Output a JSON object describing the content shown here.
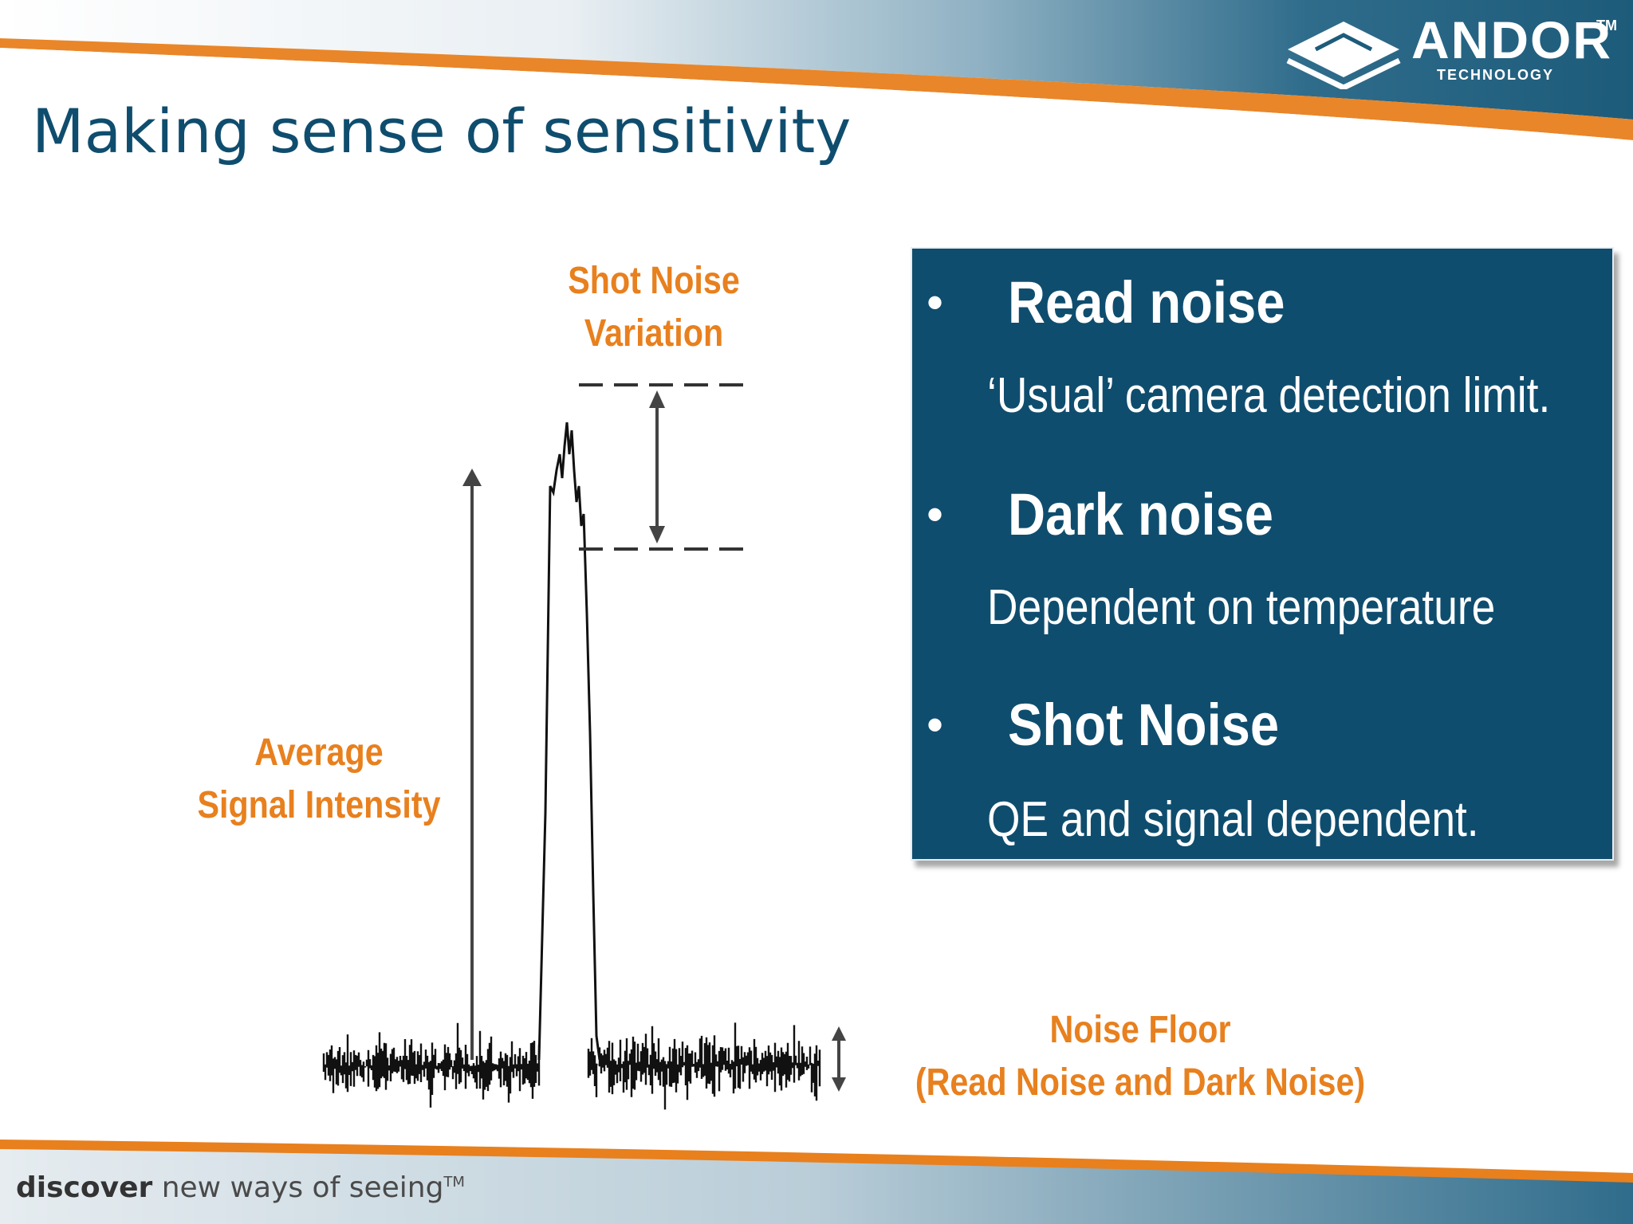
{
  "brand": {
    "name": "ANDOR",
    "trademark": "TM",
    "subtitle": "TECHNOLOGY"
  },
  "title": "Making sense of sensitivity",
  "diagram": {
    "label_shot_noise_line1": "Shot Noise",
    "label_shot_noise_line2": "Variation",
    "label_average_line1": "Average",
    "label_average_line2": "Signal Intensity",
    "label_noise_floor_line1": "Noise Floor",
    "label_noise_floor_line2": "(Read Noise and Dark Noise)"
  },
  "info_items": [
    {
      "bullet": "•",
      "heading": "Read noise",
      "description": "‘Usual’ camera detection limit."
    },
    {
      "bullet": "•",
      "heading": "Dark noise",
      "description": "Dependent on temperature"
    },
    {
      "bullet": "•",
      "heading": "Shot Noise",
      "description": "QE and signal dependent."
    }
  ],
  "footer": {
    "tagline_bold": "discover",
    "tagline_rest": " new ways of seeing",
    "tagline_tm": "TM"
  },
  "colors": {
    "title_blue": "#0f4d6e",
    "box_blue": "#0f4d6e",
    "accent_orange": "#e8801e",
    "band_dark": "#1d5b7a"
  }
}
